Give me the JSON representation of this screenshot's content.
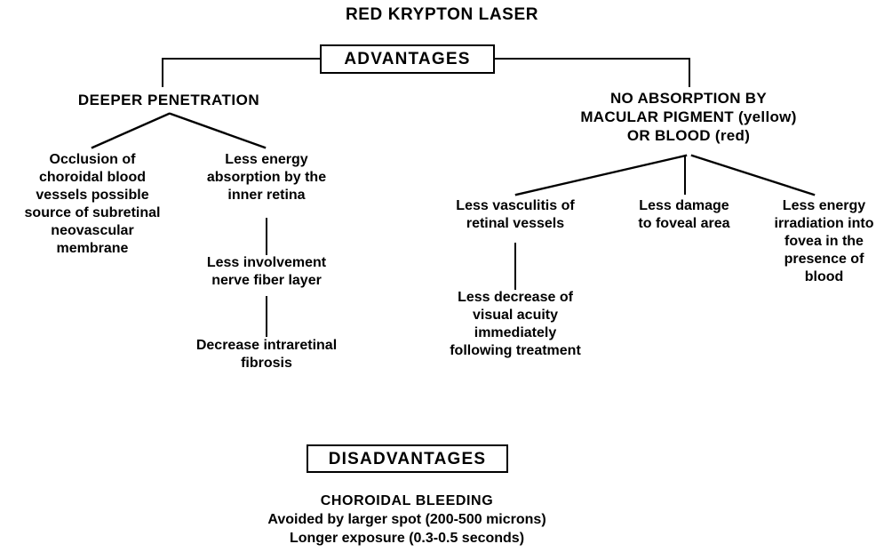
{
  "title": "RED KRYPTON LASER",
  "advantages": {
    "box_label": "ADVANTAGES",
    "branches": [
      {
        "heading": "DEEPER PENETRATION",
        "children": [
          {
            "text": "Occlusion of choroidal blood vessels possible source of subretinal neovascular membrane",
            "lines": [
              "Occlusion of",
              "choroidal blood",
              "vessels possible",
              "source of subretinal",
              "neovascular",
              "membrane"
            ]
          },
          {
            "text": "Less energy absorption by the inner retina",
            "lines": [
              "Less energy",
              "absorption by the",
              "inner retina"
            ],
            "child": {
              "text": "Less involvement nerve fiber layer",
              "lines": [
                "Less involvement",
                "nerve fiber layer"
              ],
              "child": {
                "text": "Decrease intraretinal fibrosis",
                "lines": [
                  "Decrease intraretinal",
                  "fibrosis"
                ]
              }
            }
          }
        ]
      },
      {
        "heading_lines": [
          "NO ABSORPTION BY",
          "MACULAR PIGMENT (yellow)",
          "OR BLOOD (red)"
        ],
        "heading": "NO ABSORPTION BY MACULAR PIGMENT (yellow) OR BLOOD (red)",
        "children": [
          {
            "text": "Less vasculitis of retinal vessels",
            "lines": [
              "Less vasculitis of",
              "retinal vessels"
            ],
            "child": {
              "text": "Less decrease of visual acuity immediately following treatment",
              "lines": [
                "Less decrease of",
                "visual acuity",
                "immediately",
                "following treatment"
              ]
            }
          },
          {
            "text": "Less damage to foveal area",
            "lines": [
              "Less damage",
              "to foveal area"
            ]
          },
          {
            "text": "Less energy irradiation into fovea in the presence of blood",
            "lines": [
              "Less energy",
              "irradiation into",
              "fovea in the",
              "presence of",
              "blood"
            ]
          }
        ]
      }
    ]
  },
  "disadvantages": {
    "box_label": "DISADVANTAGES",
    "heading": "CHOROIDAL BLEEDING",
    "lines": [
      "Avoided by larger spot (200-500 microns)",
      "Longer exposure (0.3-0.5 seconds)"
    ]
  },
  "colors": {
    "ink": "#000000",
    "paper": "#ffffff"
  }
}
